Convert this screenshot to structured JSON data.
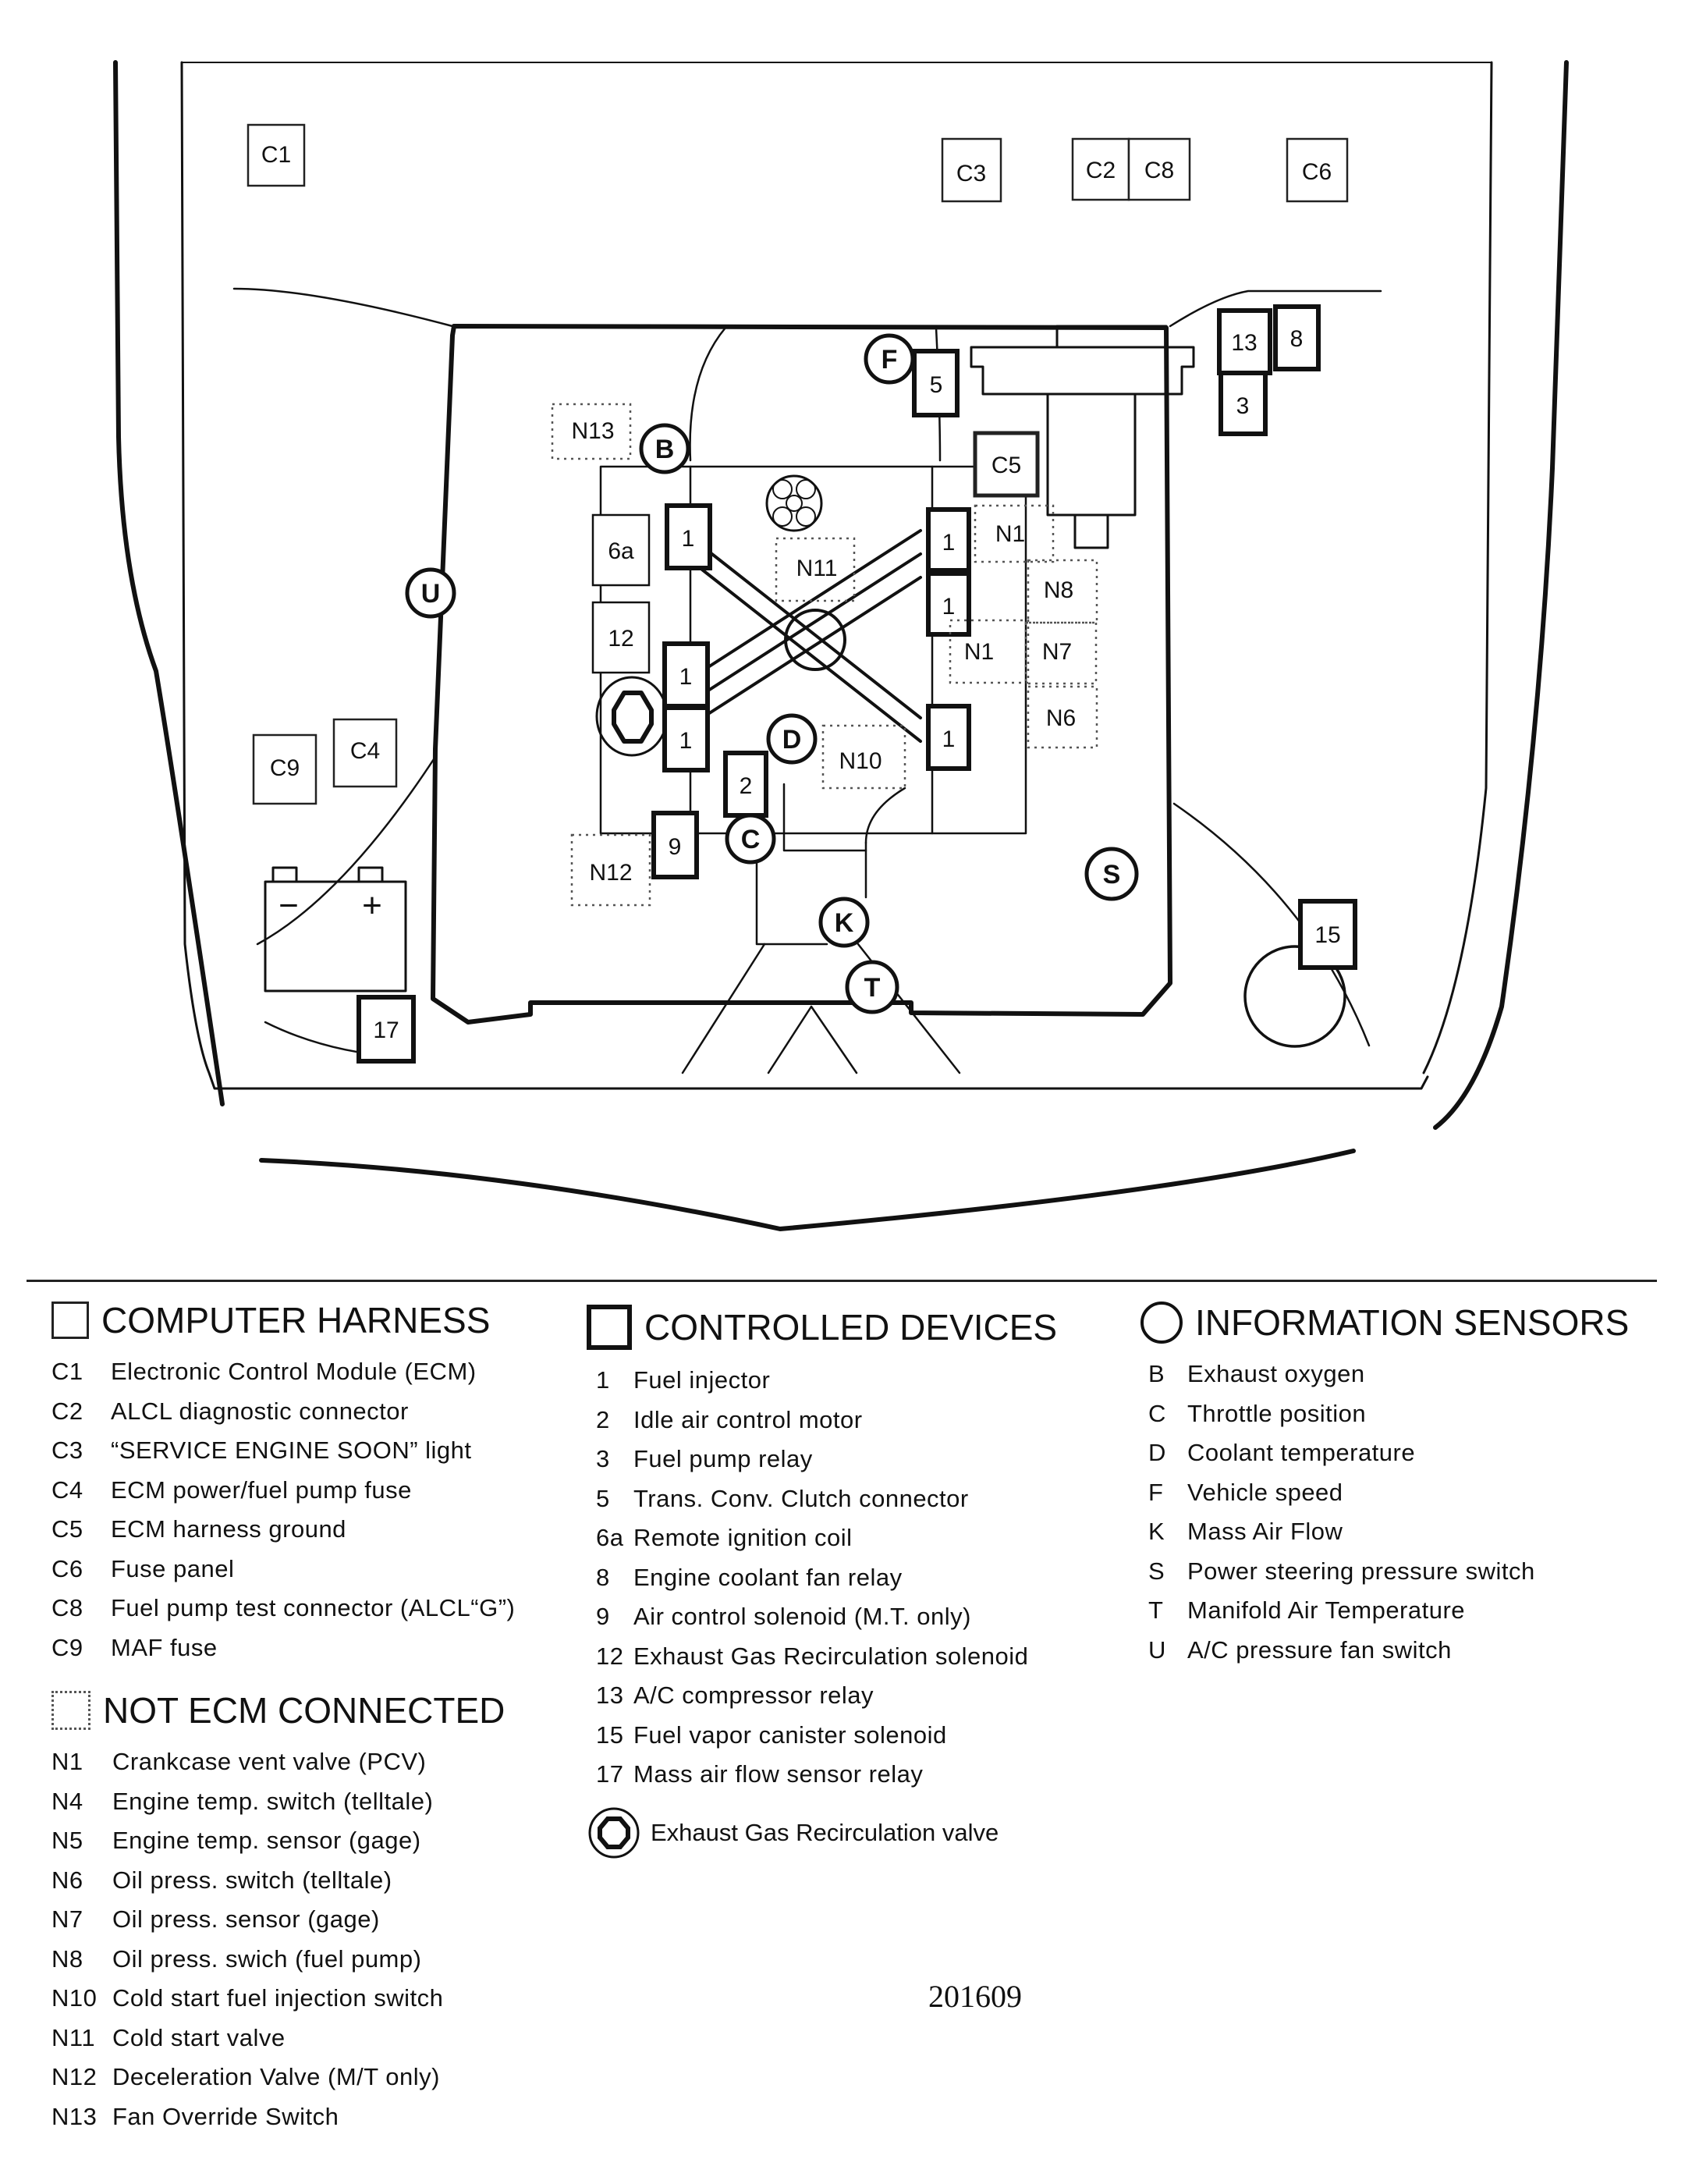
{
  "diagram": {
    "connectors": [
      "C1",
      "C2",
      "C3",
      "C4",
      "C5",
      "C6",
      "C8",
      "C9"
    ],
    "devices": [
      "1",
      "2",
      "3",
      "5",
      "6a",
      "8",
      "9",
      "12",
      "13",
      "15",
      "17"
    ],
    "sensors": [
      "B",
      "C",
      "D",
      "F",
      "K",
      "S",
      "T",
      "U"
    ],
    "not_ecm": [
      "N1",
      "N6",
      "N7",
      "N8",
      "N10",
      "N11",
      "N12",
      "N13"
    ],
    "battery_minus": "−",
    "battery_plus": "+"
  },
  "legend": {
    "computer_harness": {
      "title": "COMPUTER HARNESS",
      "items": [
        {
          "code": "C1",
          "label": "Electronic Control Module (ECM)"
        },
        {
          "code": "C2",
          "label": "ALCL diagnostic connector"
        },
        {
          "code": "C3",
          "label": "“SERVICE ENGINE SOON” light"
        },
        {
          "code": "C4",
          "label": "ECM power/fuel pump fuse"
        },
        {
          "code": "C5",
          "label": "ECM harness ground"
        },
        {
          "code": "C6",
          "label": "Fuse panel"
        },
        {
          "code": "C8",
          "label": "Fuel pump test connector (ALCL“G”)"
        },
        {
          "code": "C9",
          "label": "MAF fuse"
        }
      ]
    },
    "not_ecm_connected": {
      "title": "NOT ECM CONNECTED",
      "items": [
        {
          "code": "N1",
          "label": "Crankcase vent  valve (PCV)"
        },
        {
          "code": "N4",
          "label": "Engine temp. switch (telltale)"
        },
        {
          "code": "N5",
          "label": "Engine temp. sensor (gage)"
        },
        {
          "code": "N6",
          "label": "Oil press. switch (telltale)"
        },
        {
          "code": "N7",
          "label": "Oil press. sensor (gage)"
        },
        {
          "code": "N8",
          "label": "Oil press. swich (fuel pump)"
        },
        {
          "code": "N10",
          "label": "Cold start fuel injection switch"
        },
        {
          "code": "N11",
          "label": "Cold start  valve"
        },
        {
          "code": "N12",
          "label": "Deceleration Valve (M/T only)"
        },
        {
          "code": "N13",
          "label": "Fan Override Switch"
        }
      ]
    },
    "controlled_devices": {
      "title": "CONTROLLED DEVICES",
      "items": [
        {
          "code": "1",
          "label": "Fuel injector"
        },
        {
          "code": "2",
          "label": "Idle air control motor"
        },
        {
          "code": "3",
          "label": "Fuel pump relay"
        },
        {
          "code": "5",
          "label": "Trans. Conv. Clutch connector"
        },
        {
          "code": "6a",
          "label": "Remote ignition coil"
        },
        {
          "code": "8",
          "label": "Engine coolant fan relay"
        },
        {
          "code": "9",
          "label": "Air  control solenoid (M.T. only)"
        },
        {
          "code": "12",
          "label": "Exhaust Gas Recirculation solenoid"
        },
        {
          "code": "13",
          "label": "A/C compressor relay"
        },
        {
          "code": "15",
          "label": "Fuel vapor canister solenoid"
        },
        {
          "code": "17",
          "label": "Mass air flow sensor relay"
        }
      ],
      "egr_label": "Exhaust Gas Recirculation valve"
    },
    "information_sensors": {
      "title": "INFORMATION SENSORS",
      "items": [
        {
          "code": "B",
          "label": "Exhaust oxygen"
        },
        {
          "code": "C",
          "label": "Throttle position"
        },
        {
          "code": "D",
          "label": "Coolant temperature"
        },
        {
          "code": "F",
          "label": "Vehicle speed"
        },
        {
          "code": "K",
          "label": "Mass Air Flow"
        },
        {
          "code": "S",
          "label": "Power steering pressure switch"
        },
        {
          "code": "T",
          "label": "Manifold Air Temperature"
        },
        {
          "code": "U",
          "label": "A/C pressure fan switch"
        }
      ]
    }
  },
  "figure_number": "201609"
}
